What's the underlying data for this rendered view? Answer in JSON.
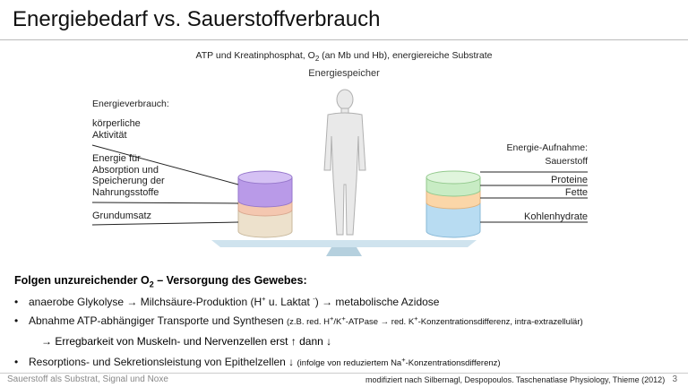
{
  "title": "Energiebedarf vs. Sauerstoffverbrauch",
  "figure": {
    "top_line_a": "ATP und Kreatinphosphat, O",
    "top_line_sub": "2",
    "top_line_b": " (an Mb und Hb), energiereiche Substrate",
    "storage_label": "Energiespeicher",
    "left_heading": "Energieverbrauch:",
    "left_items": [
      "körperliche\nAktivität",
      "Energie für\nAbsorption und\nSpeicherung der\nNahrungsstoffe",
      "Grundumsatz"
    ],
    "right_heading": "Energie-Aufnahme:\nSauerstoff",
    "right_items": [
      "Proteine",
      "Fette",
      "Kohlenhydrate"
    ],
    "colors": {
      "activity": "#b99ae8",
      "absorption": "#f4c7b0",
      "basal": "#ede1cc",
      "proteins": "#c8ecc4",
      "fats": "#fbd6a8",
      "carbs": "#b8dcf2",
      "scale": "#cfe3ee",
      "body": "#e8e8e8"
    }
  },
  "section": {
    "heading_a": "Folgen unzureichender O",
    "heading_sub": "2",
    "heading_b": " – Versorgung des Gewebes:"
  },
  "bullets": {
    "dot": "•",
    "b1_a": "anaerobe Glykolyse ",
    "arrow": "→",
    "b1_b": " Milchsäure-Produktion (H",
    "plus": "+",
    "b1_c": " u. Laktat ",
    "minus": "-",
    "b1_d": ") ",
    "b1_e": " metabolische Azidose",
    "b2_a": "Abnahme ATP-abhängiger Transporte und Synthesen ",
    "b2_small_a": "(z.B. red. H",
    "b2_small_b": "/K",
    "b2_small_c": "-ATPase ",
    "b2_small_d": " red. K",
    "b2_small_e": "-Konzentrationsdifferenz, intra-extrazellulär)",
    "b3": " Erregbarkeit von Muskeln- und Nervenzellen erst ↑ dann ↓",
    "b4_a": "Resorptions- und Sekretionsleistung von Epithelzellen ↓ ",
    "b4_small_a": " (infolge von reduziertem Na",
    "b4_small_b": "-Konzentrationsdifferenz)"
  },
  "footer": {
    "left": "Sauerstoff als Substrat, Signal und Noxe",
    "right": "modifiziert nach Silbernagl, Despopoulos. Taschenatlase Physiology, Thieme (2012)",
    "page": "3"
  }
}
